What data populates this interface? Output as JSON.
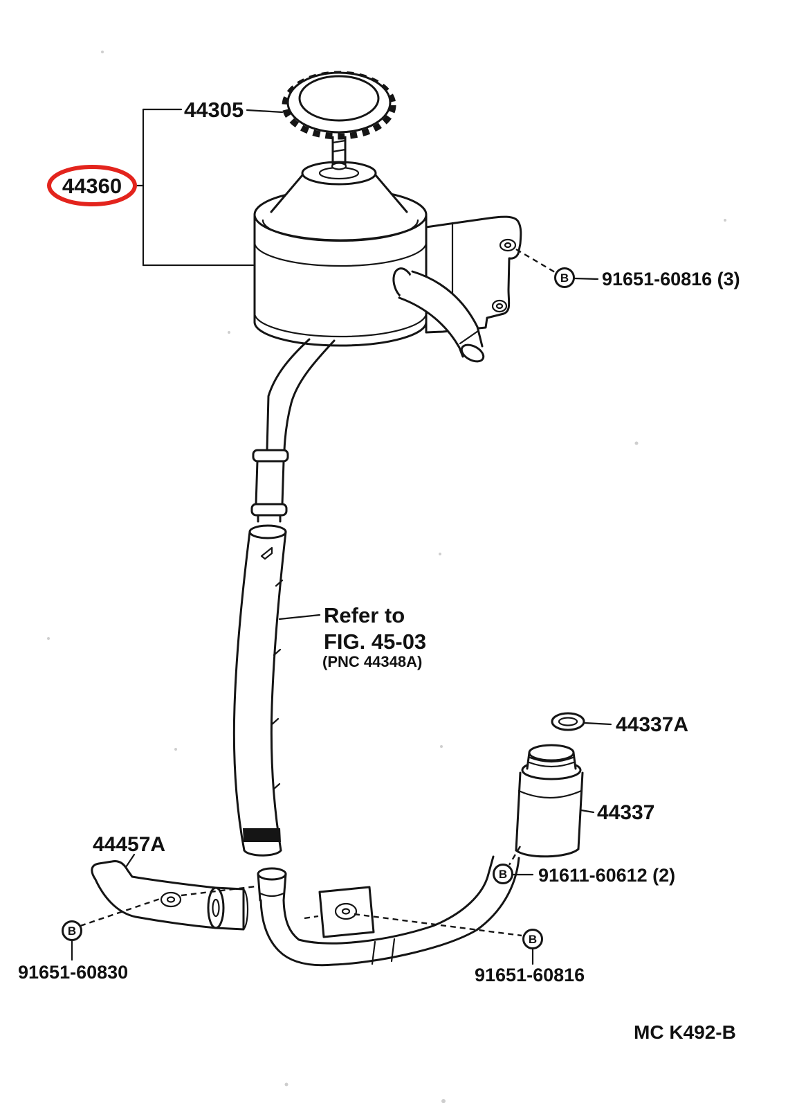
{
  "figure_code": "MC K492-B",
  "bolt_symbol": "B",
  "colors": {
    "line": "#151515",
    "highlight": "#e3241d",
    "background": "#ffffff"
  },
  "parts": {
    "cap": {
      "number": "44305"
    },
    "reservoir_assy": {
      "number": "44360",
      "highlighted": true
    },
    "reservoir_bolt": {
      "number": "91651-60816 (3)"
    },
    "hose_note": {
      "line1": "Refer to",
      "line2": "FIG. 45-03",
      "line3": "(PNC 44348A)"
    },
    "oring": {
      "number": "44337A"
    },
    "suction_tube": {
      "number": "44337"
    },
    "tube_bolt": {
      "number": "91611-60612 (2)"
    },
    "bracket": {
      "number": "44457A"
    },
    "bracket_bolt": {
      "number": "91651-60830"
    },
    "clamp_bolt": {
      "number": "91651-60816"
    }
  }
}
